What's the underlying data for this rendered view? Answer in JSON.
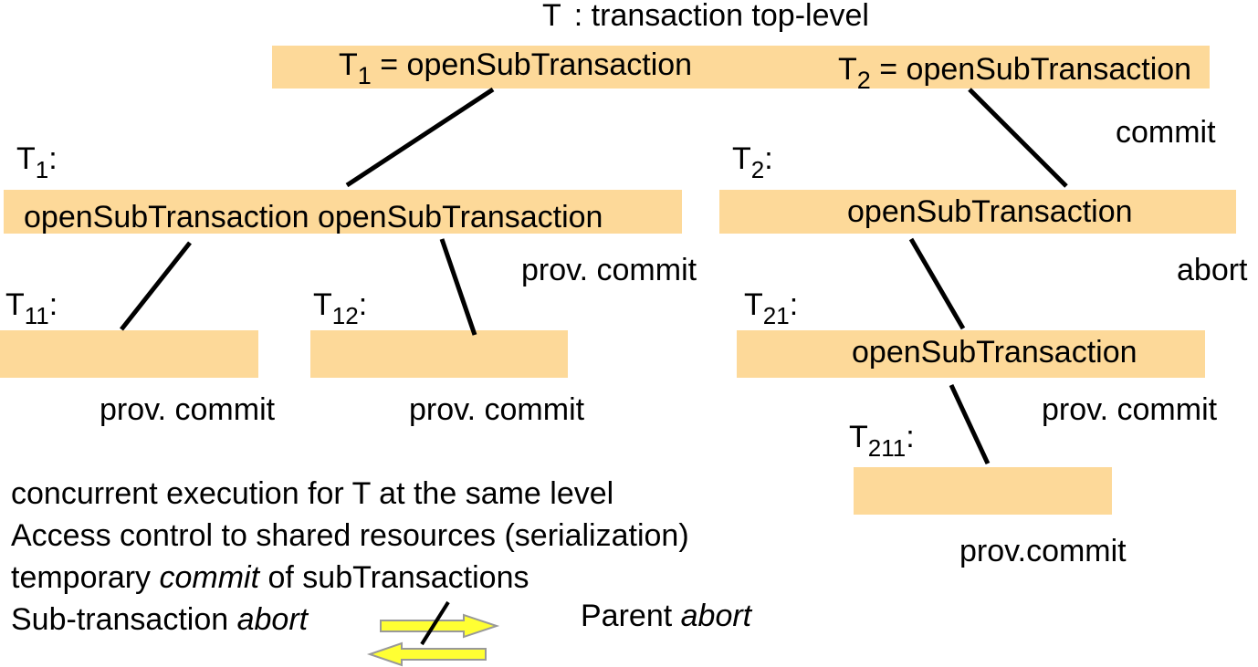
{
  "top": {
    "name": "T",
    "desc": ": transaction top-level"
  },
  "root_box": {
    "t1_label": "T",
    "t1_sub": "1",
    "t1_text": " = openSubTransaction",
    "t2_label": "T",
    "t2_sub": "2",
    "t2_text": " = openSubTransaction"
  },
  "nodes": {
    "t1": {
      "label": "T",
      "sub": "1",
      "colon": ":",
      "text": "openSubTransaction openSubTransaction"
    },
    "t2": {
      "label": "T",
      "sub": "2",
      "colon": ":",
      "text": "openSubTransaction"
    },
    "t11": {
      "label": "T",
      "sub": "11",
      "colon": ":"
    },
    "t12": {
      "label": "T",
      "sub": "12",
      "colon": ":"
    },
    "t21": {
      "label": "T",
      "sub": "21",
      "colon": ":",
      "text": "openSubTransaction"
    },
    "t211": {
      "label": "T",
      "sub": "211",
      "colon": ":"
    }
  },
  "status": {
    "root_commit": "commit",
    "t1_prov": "prov. commit",
    "t2_abort": "abort",
    "t11_prov": "prov. commit",
    "t12_prov": "prov. commit",
    "t21_prov": "prov. commit",
    "t211_prov": "prov.commit"
  },
  "notes": {
    "line1": "concurrent execution for T at the same level",
    "line2": "Access control to shared resources (serialization)",
    "line3_a": "temporary ",
    "line3_b": "commit",
    "line3_c": " of subTransactions",
    "line4_a": "Sub-transaction ",
    "line4_b": "abort",
    "parent_a": "Parent ",
    "parent_b": "abort"
  },
  "colors": {
    "box": "#FDD999",
    "arrow_fill": "#FFFF33",
    "arrow_stroke": "#999999"
  }
}
